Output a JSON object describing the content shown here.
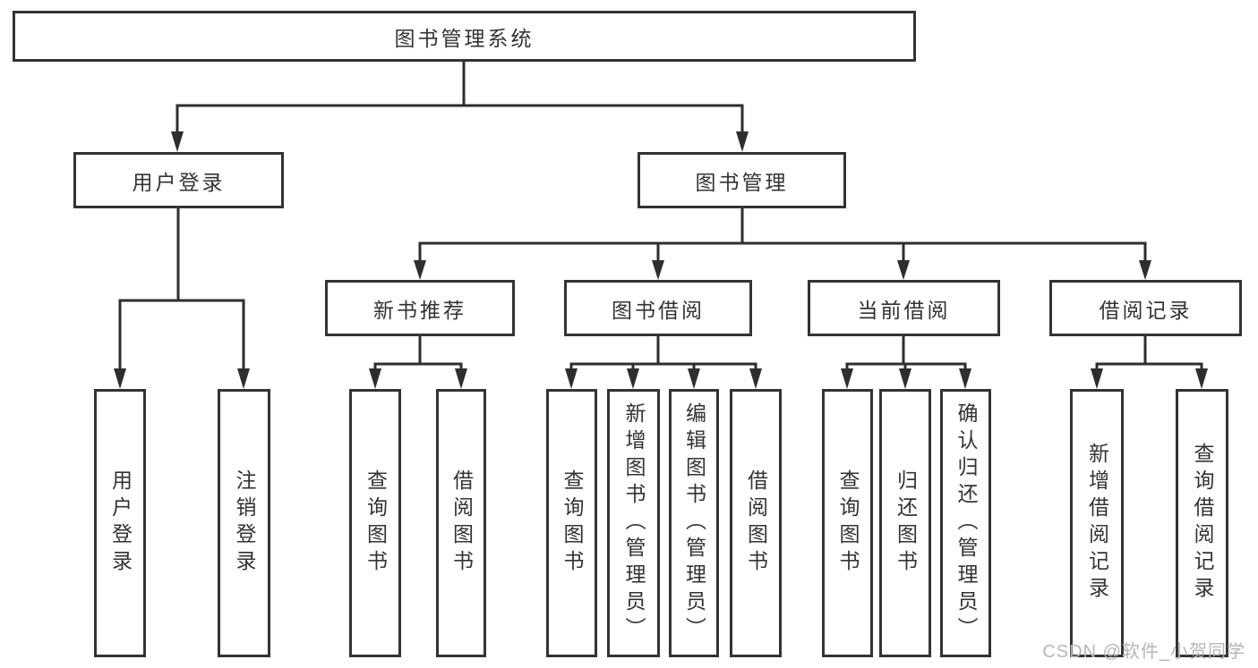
{
  "diagram": {
    "type": "hierarchy-tree",
    "root": {
      "label": "图书管理系统",
      "children": [
        {
          "label": "用户登录",
          "children": [
            {
              "label": "用户登录"
            },
            {
              "label": "注销登录"
            }
          ]
        },
        {
          "label": "图书管理",
          "children": [
            {
              "label": "新书推荐",
              "children": [
                {
                  "label": "查询图书"
                },
                {
                  "label": "借阅图书"
                }
              ]
            },
            {
              "label": "图书借阅",
              "children": [
                {
                  "label": "查询图书"
                },
                {
                  "label": "新增图书（管理员）"
                },
                {
                  "label": "编辑图书（管理员）"
                },
                {
                  "label": "借阅图书"
                }
              ]
            },
            {
              "label": "当前借阅",
              "children": [
                {
                  "label": "查询图书"
                },
                {
                  "label": "归还图书"
                },
                {
                  "label": "确认归还（管理员）"
                }
              ]
            },
            {
              "label": "借阅记录",
              "children": [
                {
                  "label": "新增借阅记录"
                },
                {
                  "label": "查询借阅记录"
                }
              ]
            }
          ]
        }
      ]
    }
  },
  "watermark": {
    "text": "CSDN @软件_小贺同学"
  },
  "colors": {
    "line": "#2e2e2e",
    "box_border": "#333333",
    "text": "#333333",
    "watermark": "#b6b6b6"
  }
}
